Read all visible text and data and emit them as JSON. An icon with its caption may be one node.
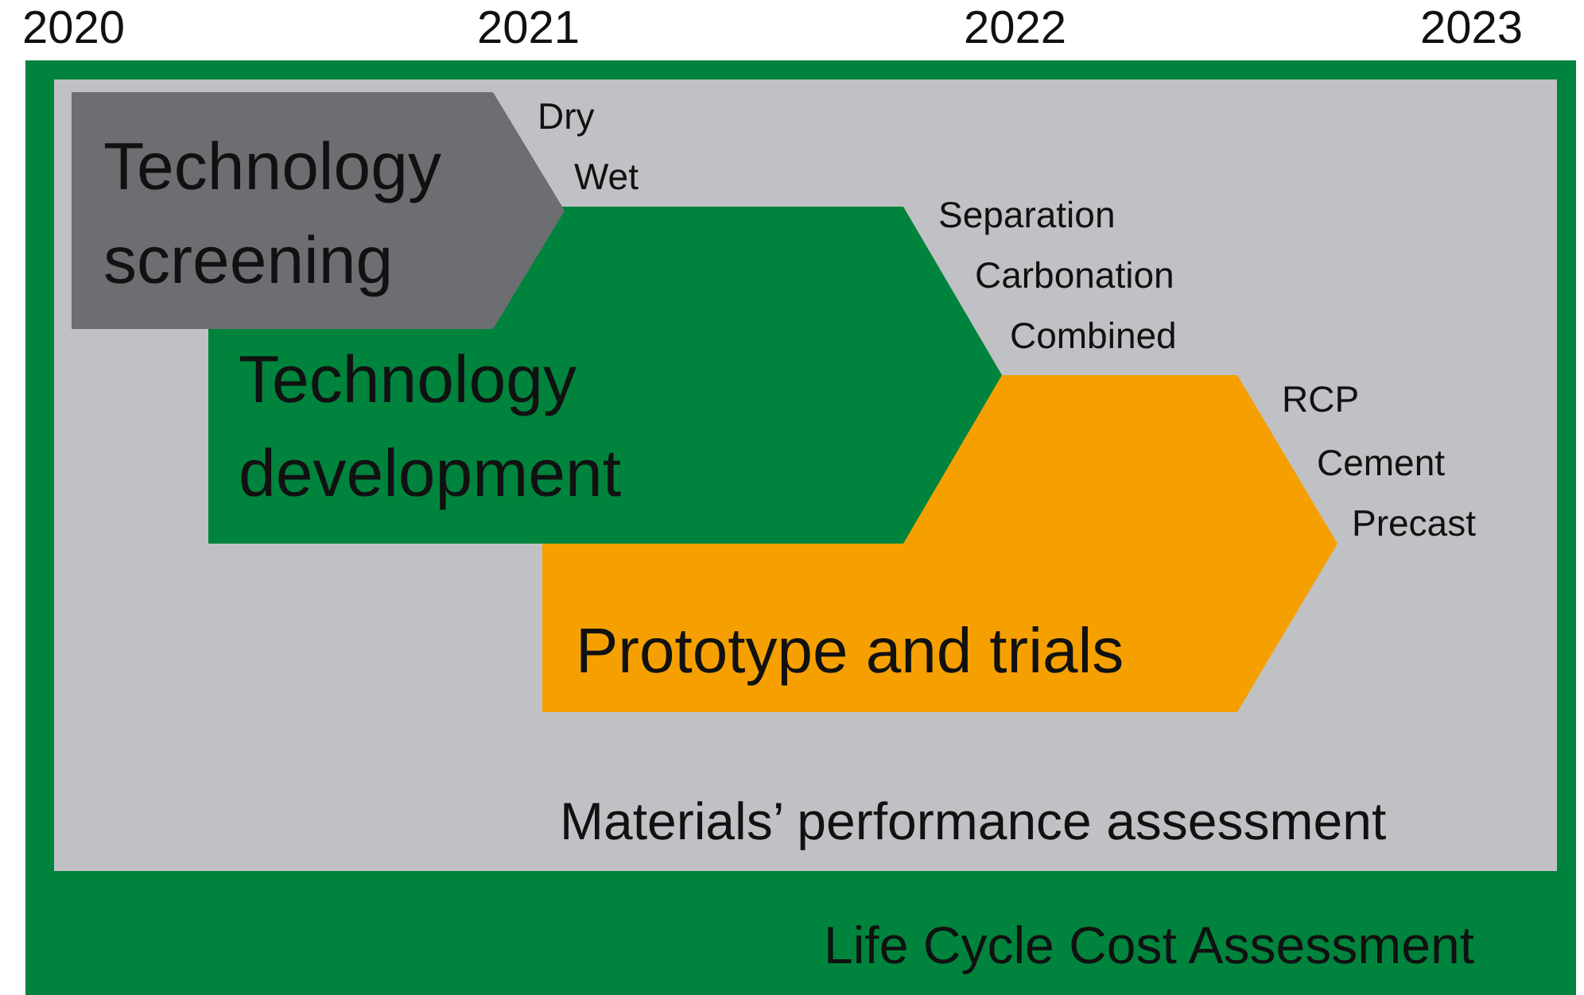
{
  "diagram": {
    "nodes": [
      {
        "text": [
          "Life Cycle Cost Assessment"
        ]
      },
      {
        "text": [
          "Materials’ performance assessment"
        ],
        "in": 0
      },
      {
        "text": [
          "Technology screening"
        ],
        "in": 1,
        "beside": [
          "Dry",
          "Wet"
        ]
      },
      {
        "text": [
          "Technology development"
        ],
        "in": 1,
        "beside": [
          "Separation",
          "Carbonation",
          "Combined"
        ]
      },
      {
        "text": [
          "Prototype and trials"
        ],
        "in": 1,
        "beside": [
          "RCP",
          "Cement",
          "Precast"
        ]
      }
    ],
    "labels": [
      "2020",
      "2021",
      "2022",
      "2023"
    ]
  }
}
